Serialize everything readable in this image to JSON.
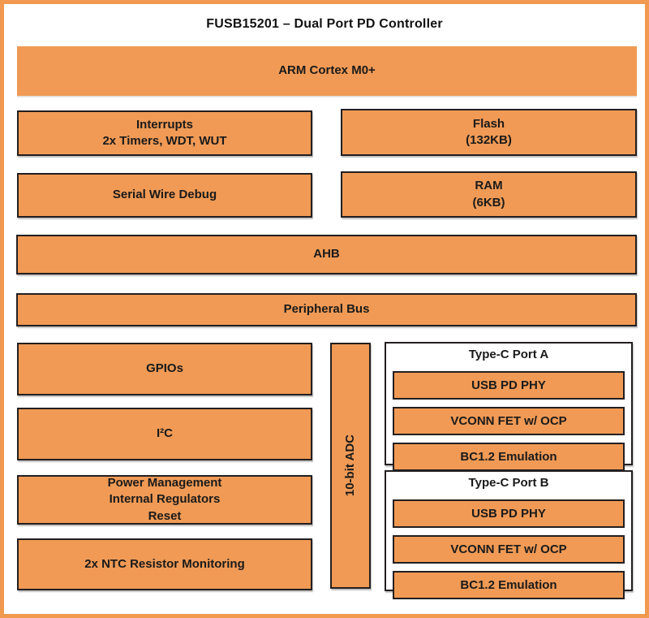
{
  "diagram": {
    "title": "FUSB15201 – Dual Port PD Controller",
    "colors": {
      "block_fill": "#F09A55",
      "block_border": "#231F20",
      "frame": "#F0994F",
      "background": "#FFFFFF",
      "text": "#1A1A1A"
    },
    "blocks": {
      "arm": "ARM Cortex M0+",
      "interrupts_line1": "Interrupts",
      "interrupts_line2": "2x Timers, WDT, WUT",
      "flash_line1": "Flash",
      "flash_line2": "(132KB)",
      "serial_wire_debug": "Serial Wire Debug",
      "ram_line1": "RAM",
      "ram_line2": "(6KB)",
      "ahb": "AHB",
      "peripheral_bus": "Peripheral Bus",
      "gpios": "GPIOs",
      "i2c": "I²C",
      "power_mgmt_line1": "Power Management",
      "power_mgmt_line2": "Internal Regulators",
      "power_mgmt_line3": "Reset",
      "ntc": "2x NTC Resistor Monitoring",
      "adc": "10-bit ADC"
    },
    "port_a": {
      "title": "Type-C Port A",
      "items": [
        "USB PD PHY",
        "VCONN FET w/ OCP",
        "BC1.2 Emulation"
      ]
    },
    "port_b": {
      "title": "Type-C Port B",
      "items": [
        "USB PD PHY",
        "VCONN FET w/ OCP",
        "BC1.2 Emulation"
      ]
    }
  }
}
